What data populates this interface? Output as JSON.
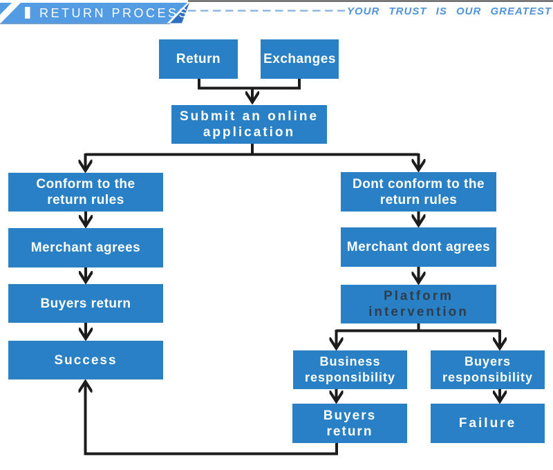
{
  "header": {
    "title": "RETURN PROCESS",
    "tagline": "YOUR TRUST IS OUR GREATEST SUPPORT"
  },
  "colors": {
    "node_blue": "#2980c4",
    "connector_black": "#1c1c1c",
    "banner_blue": "#539be2",
    "banner_dark_fold": "#2f6fc0",
    "dash_blue": "#82afe4",
    "tagline_blue": "#4f93d9",
    "platform_text_dark": "#2e3e4e",
    "top_rule_gray": "#3e3e3e"
  },
  "flowchart": {
    "nodes": {
      "return": {
        "label": "Return"
      },
      "exchanges": {
        "label": "Exchanges"
      },
      "submit": {
        "label": "Submit an online\napplication"
      },
      "conform": {
        "label": "Conform to the\nreturn rules"
      },
      "merchant_agrees": {
        "label": "Merchant agrees"
      },
      "buyers_return": {
        "label": "Buyers return"
      },
      "success": {
        "label": "Success"
      },
      "dont_conform": {
        "label": "Dont conform to the\nreturn rules"
      },
      "merchant_dont_agrees": {
        "label": "Merchant dont agrees"
      },
      "platform_intervention": {
        "label": "Platform\nintervention"
      },
      "business_responsibility": {
        "label": "Business\nresponsibility"
      },
      "buyers_responsibility": {
        "label": "Buyers\nresponsibility"
      },
      "buyers_return_2": {
        "label": "Buyers\nreturn"
      },
      "failure": {
        "label": "Failure"
      }
    }
  }
}
